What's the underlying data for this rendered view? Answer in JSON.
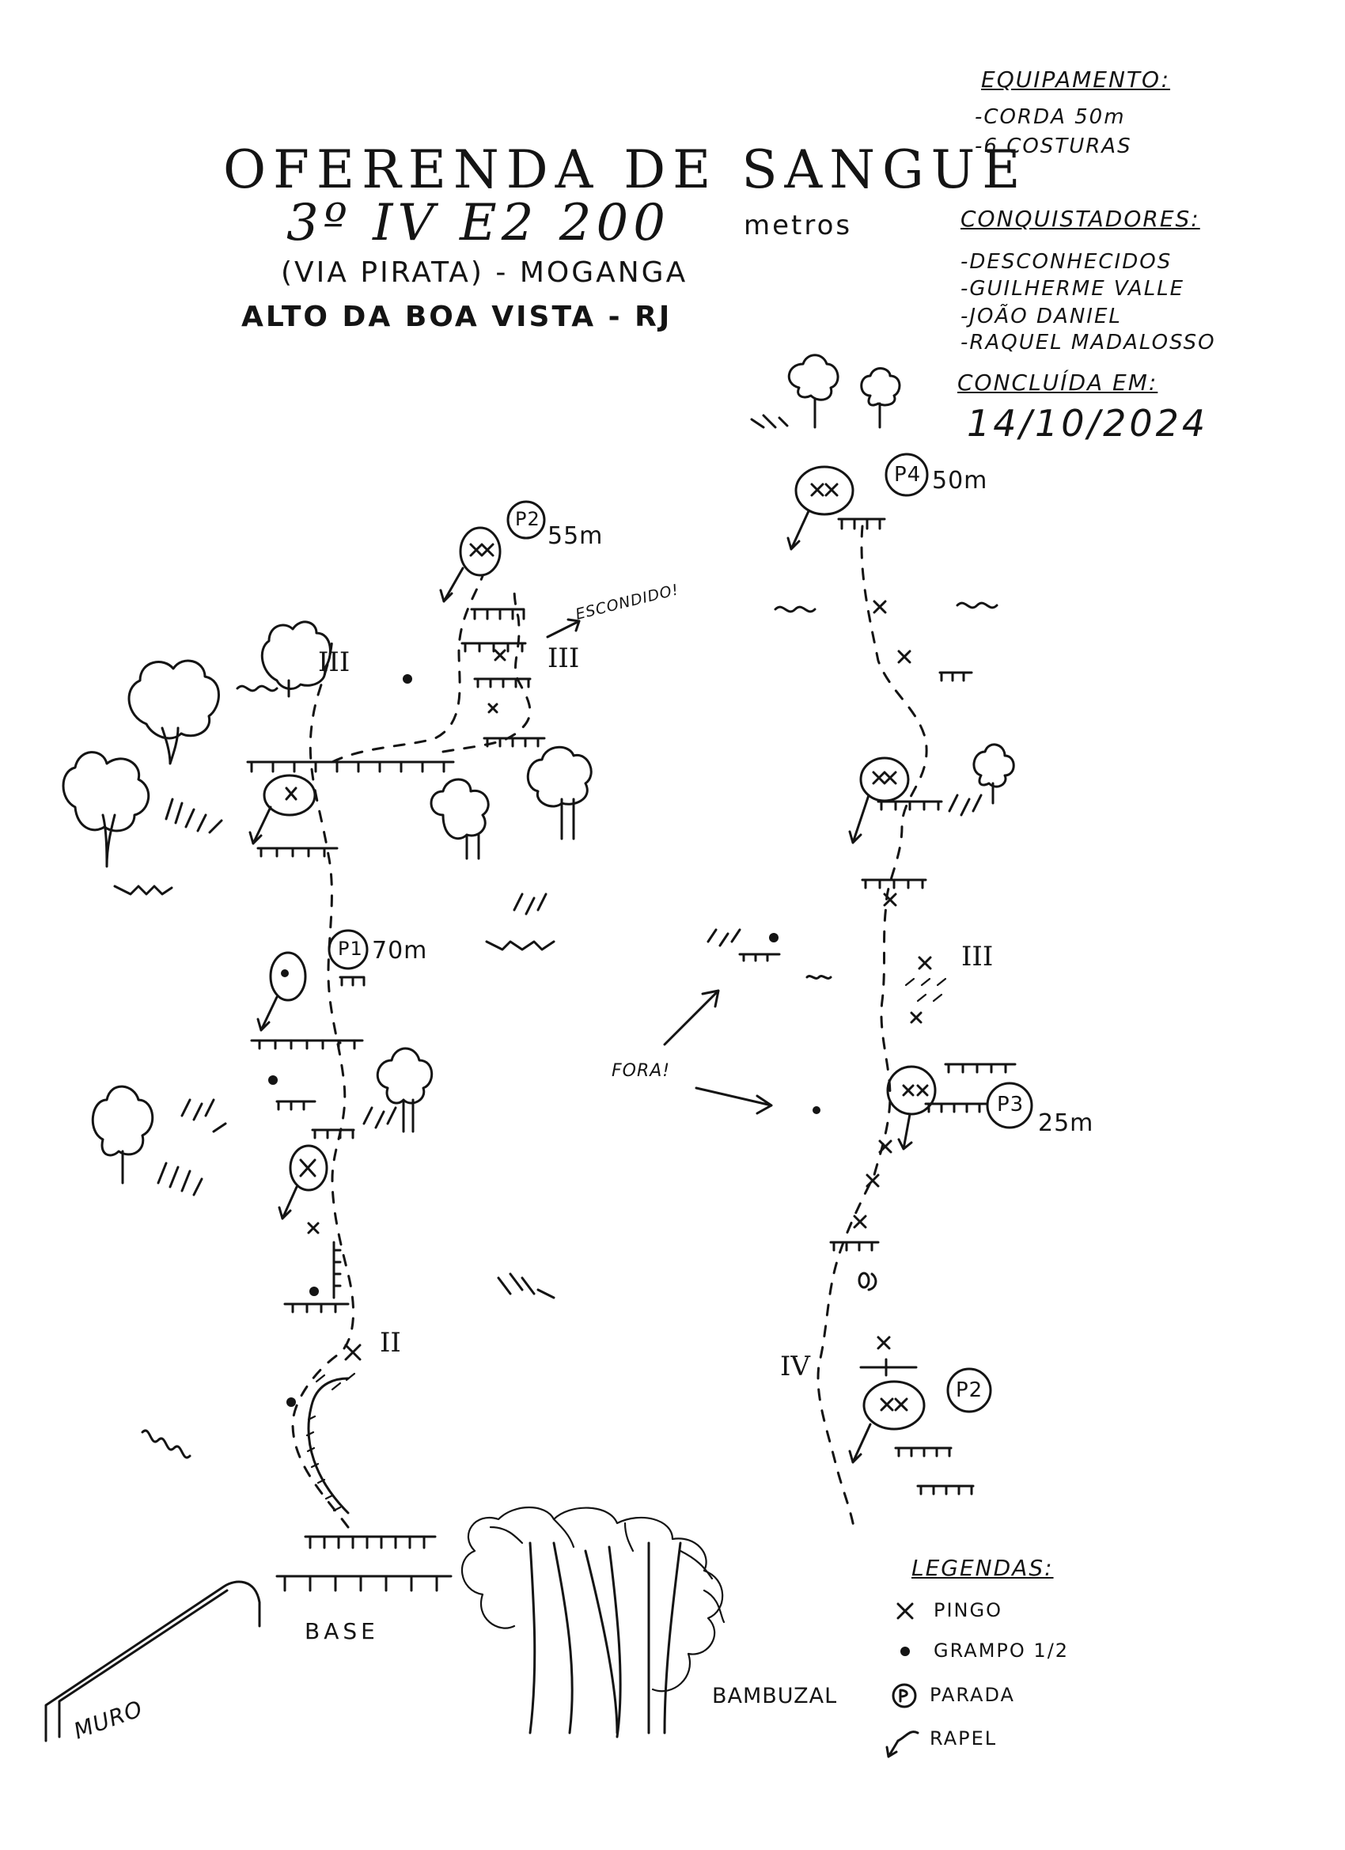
{
  "title": "OFERENDA DE SANGUE",
  "grade": "3º IV E2 200",
  "grade_unit": "metros",
  "via_name": "(VIA PIRATA) - MOGANGA",
  "location": "ALTO DA BOA VISTA - RJ",
  "equipment": {
    "heading": "EQUIPAMENTO:",
    "items": [
      "-CORDA 50m",
      "-6 COSTURAS"
    ]
  },
  "conquistadores": {
    "heading": "CONQUISTADORES:",
    "items": [
      "-DESCONHECIDOS",
      "-GUILHERME VALLE",
      "-JOÃO DANIEL",
      "-RAQUEL MADALOSSO"
    ]
  },
  "concluida": {
    "heading": "CONCLUÍDA EM:",
    "date": "14/10/2024"
  },
  "route": {
    "stations": [
      {
        "id": "P1",
        "label": "P1",
        "length": "70m"
      },
      {
        "id": "P2-left",
        "label": "P2",
        "length": "55m"
      },
      {
        "id": "P3",
        "label": "P3",
        "length": "25m"
      },
      {
        "id": "P4",
        "label": "P4",
        "length": "50m"
      },
      {
        "id": "P2-right",
        "label": "P2",
        "length": ""
      }
    ],
    "grades": [
      "III",
      "III",
      "II",
      "III",
      "IV"
    ],
    "notes": {
      "hidden": "ESCONDIDO!",
      "fora": "FORA!"
    },
    "base": "BASE",
    "wall": "MURO",
    "bamboo": "BAMBUZAL"
  },
  "legend": {
    "heading": "LEGENDAS:",
    "items": [
      {
        "symbol": "×",
        "label": "PINGO"
      },
      {
        "symbol": "•",
        "label": "GRAMPO 1/2"
      },
      {
        "symbol": "P",
        "label": "PARADA"
      },
      {
        "symbol": "↙",
        "label": "RAPEL"
      }
    ]
  }
}
